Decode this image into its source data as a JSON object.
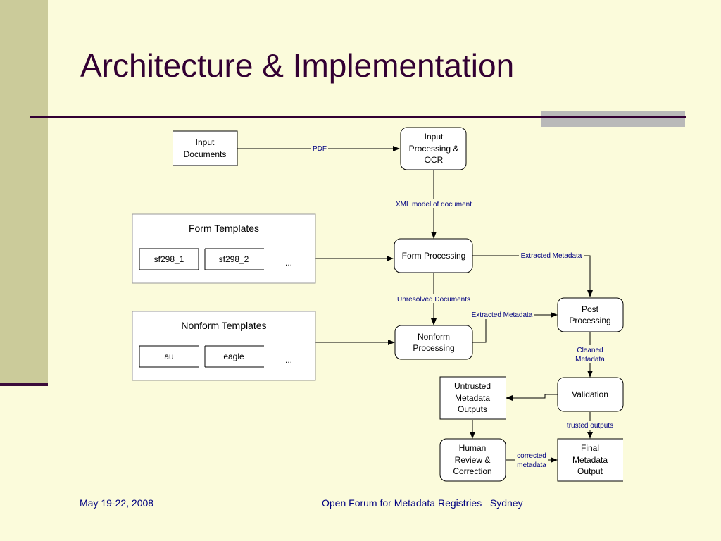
{
  "slide": {
    "title": "Architecture & Implementation",
    "footer_date": "May 19-22, 2008",
    "footer_event": "Open Forum for Metadata Registries   Sydney"
  },
  "diagram": {
    "nodes": {
      "input_documents": [
        "Input",
        "Documents"
      ],
      "input_processing": [
        "Input",
        "Processing &",
        "OCR"
      ],
      "form_processing": [
        "Form Processing"
      ],
      "nonform_processing": [
        "Nonform",
        "Processing"
      ],
      "post_processing": [
        "Post",
        "Processing"
      ],
      "validation": [
        "Validation"
      ],
      "untrusted_outputs": [
        "Untrusted",
        "Metadata",
        "Outputs"
      ],
      "human_review": [
        "Human",
        "Review &",
        "Correction"
      ],
      "final_output": [
        "Final",
        "Metadata",
        "Output"
      ]
    },
    "groups": {
      "form_templates": {
        "title": "Form Templates",
        "items": [
          "sf298_1",
          "sf298_2"
        ],
        "more": "..."
      },
      "nonform_templates": {
        "title": "Nonform Templates",
        "items": [
          "au",
          "eagle"
        ],
        "more": "..."
      }
    },
    "edge_labels": {
      "pdf": "PDF",
      "xml_model": "XML model of document",
      "extracted_metadata_1": "Extracted Metadata",
      "unresolved_documents": "Unresolved Documents",
      "extracted_metadata_2": "Extracted Metadata",
      "cleaned_metadata": [
        "Cleaned",
        "Metadata"
      ],
      "trusted_outputs": "trusted outputs",
      "corrected_metadata": [
        "corrected",
        "metadata"
      ]
    },
    "colors": {
      "node_fill": "#ffffff",
      "stroke": "#000000",
      "edge_label": "#000080",
      "group_border": "#999999"
    }
  }
}
